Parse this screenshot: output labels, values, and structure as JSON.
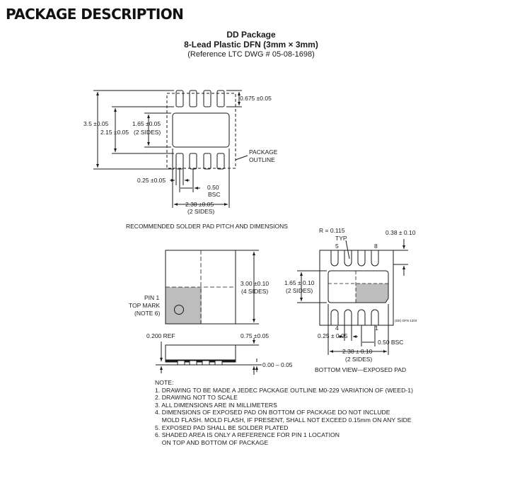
{
  "header": {
    "title": "PACKAGE DESCRIPTION",
    "package_name": "DD Package",
    "package_type": "8-Lead Plastic DFN (3mm × 3mm)",
    "reference": "(Reference LTC DWG # 05-08-1698)"
  },
  "top_view": {
    "dim_pad_length": "0.675 ±0.05",
    "dim_overall_height": "3.5 ±0.05",
    "dim_inner_height": "2.15 ±0.05",
    "dim_exposed_height": "1.65 ±0.05",
    "dim_exposed_height_note": "(2 SIDES)",
    "dim_pad_width": "0.25 ±0.05",
    "dim_pitch": "0.50",
    "dim_pitch_note": "BSC",
    "dim_exposed_width": "2.38 ±0.05",
    "dim_exposed_width_note": "(2 SIDES)",
    "outline_label_1": "PACKAGE",
    "outline_label_2": "OUTLINE",
    "caption": "RECOMMENDED SOLDER PAD PITCH AND DIMENSIONS"
  },
  "package_top": {
    "dim_body": "3.00 ±0.10",
    "dim_body_note": "(4 SIDES)",
    "pin1_label_1": "PIN 1",
    "pin1_label_2": "TOP MARK",
    "pin1_label_3": "(NOTE 6)"
  },
  "side_view": {
    "dim_ref": "0.200 REF",
    "dim_height": "0.75 ±0.05",
    "dim_standoff": "0.00 – 0.05"
  },
  "bottom_view": {
    "radius_label": "R = 0.115",
    "radius_typ": "TYP",
    "pin5": "5",
    "pin8": "8",
    "pin4": "4",
    "pin1": "1",
    "dim_lead_width": "0.38 ± 0.10",
    "dim_exposed_height": "1.65 ± 0.10",
    "dim_exposed_height_note": "(2 SIDES)",
    "dim_pad_width": "0.25 ± 0.05",
    "dim_pitch": "0.50 BSC",
    "dim_exposed_width": "2.38 ± 0.10",
    "dim_exposed_width_note": "(2 SIDES)",
    "caption": "BOTTOM VIEW—EXPOSED PAD",
    "drawing_code": "(DD) DFN 1203"
  },
  "notes": {
    "heading": "NOTE:",
    "lines": [
      "1. DRAWING TO BE MADE A JEDEC PACKAGE OUTLINE M0-229 VARIATION OF (WEED-1)",
      "2. DRAWING NOT TO SCALE",
      "3. ALL DIMENSIONS ARE IN MILLIMETERS",
      "4. DIMENSIONS OF EXPOSED PAD ON BOTTOM OF PACKAGE DO NOT INCLUDE",
      "    MOLD FLASH. MOLD FLASH, IF PRESENT, SHALL NOT EXCEED 0.15mm ON ANY SIDE",
      "5. EXPOSED PAD SHALL BE SOLDER PLATED",
      "6. SHADED AREA IS ONLY A REFERENCE FOR PIN 1 LOCATION",
      "    ON TOP AND BOTTOM OF PACKAGE"
    ]
  },
  "colors": {
    "shade": "#bdbdbd",
    "line": "#1a1a1a"
  }
}
